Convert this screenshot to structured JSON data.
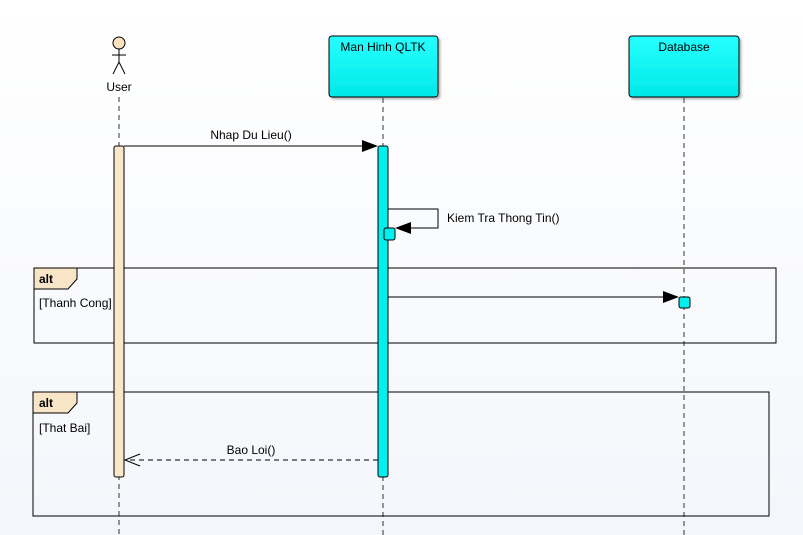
{
  "actor": {
    "label": "User"
  },
  "participants": [
    {
      "label": "Man Hinh QLTK"
    },
    {
      "label": "Database"
    }
  ],
  "messages": [
    {
      "label": "Nhap Du Lieu()",
      "style": "sync"
    },
    {
      "label": "Kiem Tra Thong Tin()",
      "style": "self"
    },
    {
      "label": "",
      "style": "sync"
    },
    {
      "label": "Bao Loi()",
      "style": "return"
    }
  ],
  "fragments": [
    {
      "operator": "alt",
      "guard": "[Thanh Cong]"
    },
    {
      "operator": "alt",
      "guard": "[That Bai]"
    }
  ],
  "colors": {
    "participant_fill": "#00f5f5",
    "activation_cyan": "#00f0f0",
    "activation_user": "#fae6c8",
    "actor_head": "#fbe3c2",
    "fragment_tab": "#f8e5c8"
  }
}
